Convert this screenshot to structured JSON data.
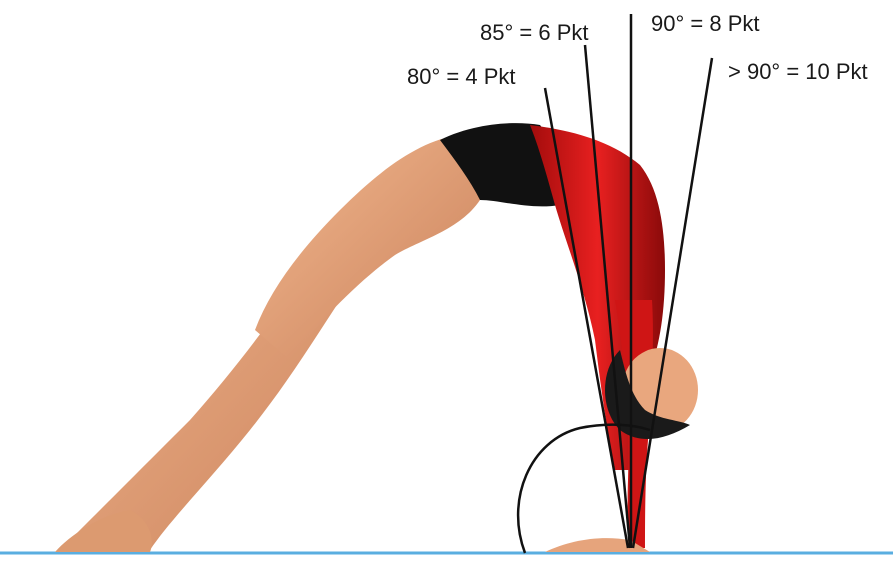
{
  "angle_labels": [
    {
      "text": "80° = 4 Pkt",
      "angle_deg": 80,
      "points": 4
    },
    {
      "text": "85° = 6 Pkt",
      "angle_deg": 85,
      "points": 6
    },
    {
      "text": "90° = 8 Pkt",
      "angle_deg": 90,
      "points": 8
    },
    {
      "text": "> 90° = 10 Pkt",
      "angle_deg": 90,
      "points": 10
    }
  ],
  "colors": {
    "skin": "#e9a77e",
    "skin_shade": "#c9805a",
    "leotard": "#d81818",
    "leotard_dark": "#7a0a0a",
    "shorts": "#111111",
    "hair": "#1a1a1a",
    "floor": "#5aaee0",
    "lines": "#111111"
  }
}
